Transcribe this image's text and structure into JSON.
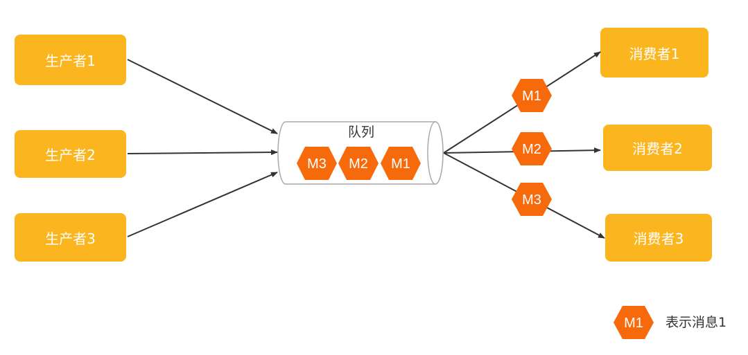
{
  "producers": [
    {
      "label": "生产者1"
    },
    {
      "label": "生产者2"
    },
    {
      "label": "生产者3"
    }
  ],
  "consumers": [
    {
      "label": "消费者1"
    },
    {
      "label": "消费者2"
    },
    {
      "label": "消费者3"
    }
  ],
  "queue": {
    "title": "队列",
    "messages": [
      "M3",
      "M2",
      "M1"
    ]
  },
  "outgoing_messages": [
    "M1",
    "M2",
    "M3"
  ],
  "legend": {
    "symbol": "M1",
    "text": "表示消息1"
  },
  "colors": {
    "box": "#fbb51e",
    "hexagon": "#f76a0c",
    "arrow": "#333333",
    "queue_border": "#aaaaaa"
  }
}
